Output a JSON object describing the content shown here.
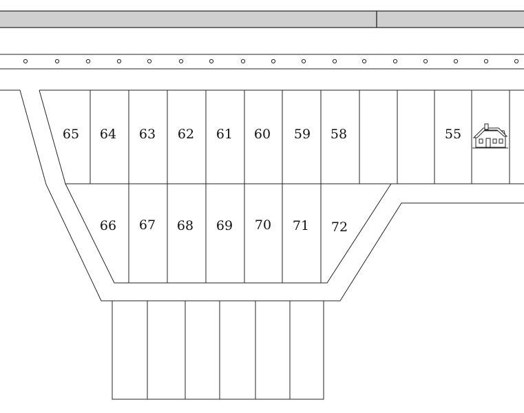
{
  "map": {
    "colors": {
      "line": "#222222",
      "header_fill": "#cfcfcf",
      "background": "#ffffff"
    },
    "house_icon": "house-icon",
    "lots_top_row": [
      {
        "id": "lot-65",
        "label": "65"
      },
      {
        "id": "lot-64",
        "label": "64"
      },
      {
        "id": "lot-63",
        "label": "63"
      },
      {
        "id": "lot-62",
        "label": "62"
      },
      {
        "id": "lot-61",
        "label": "61"
      },
      {
        "id": "lot-60",
        "label": "60"
      },
      {
        "id": "lot-59",
        "label": "59"
      },
      {
        "id": "lot-58",
        "label": "58"
      },
      {
        "id": "lot-57",
        "label": ""
      },
      {
        "id": "lot-56",
        "label": ""
      },
      {
        "id": "lot-55",
        "label": "55"
      },
      {
        "id": "lot-54",
        "label": ""
      },
      {
        "id": "lot-53",
        "label": ""
      }
    ],
    "lots_middle_row": [
      {
        "id": "lot-66",
        "label": "66"
      },
      {
        "id": "lot-67",
        "label": "67"
      },
      {
        "id": "lot-68",
        "label": "68"
      },
      {
        "id": "lot-69",
        "label": "69"
      },
      {
        "id": "lot-70",
        "label": "70"
      },
      {
        "id": "lot-71",
        "label": "71"
      },
      {
        "id": "lot-72",
        "label": "72"
      }
    ],
    "lots_bottom_row_count": 6
  }
}
